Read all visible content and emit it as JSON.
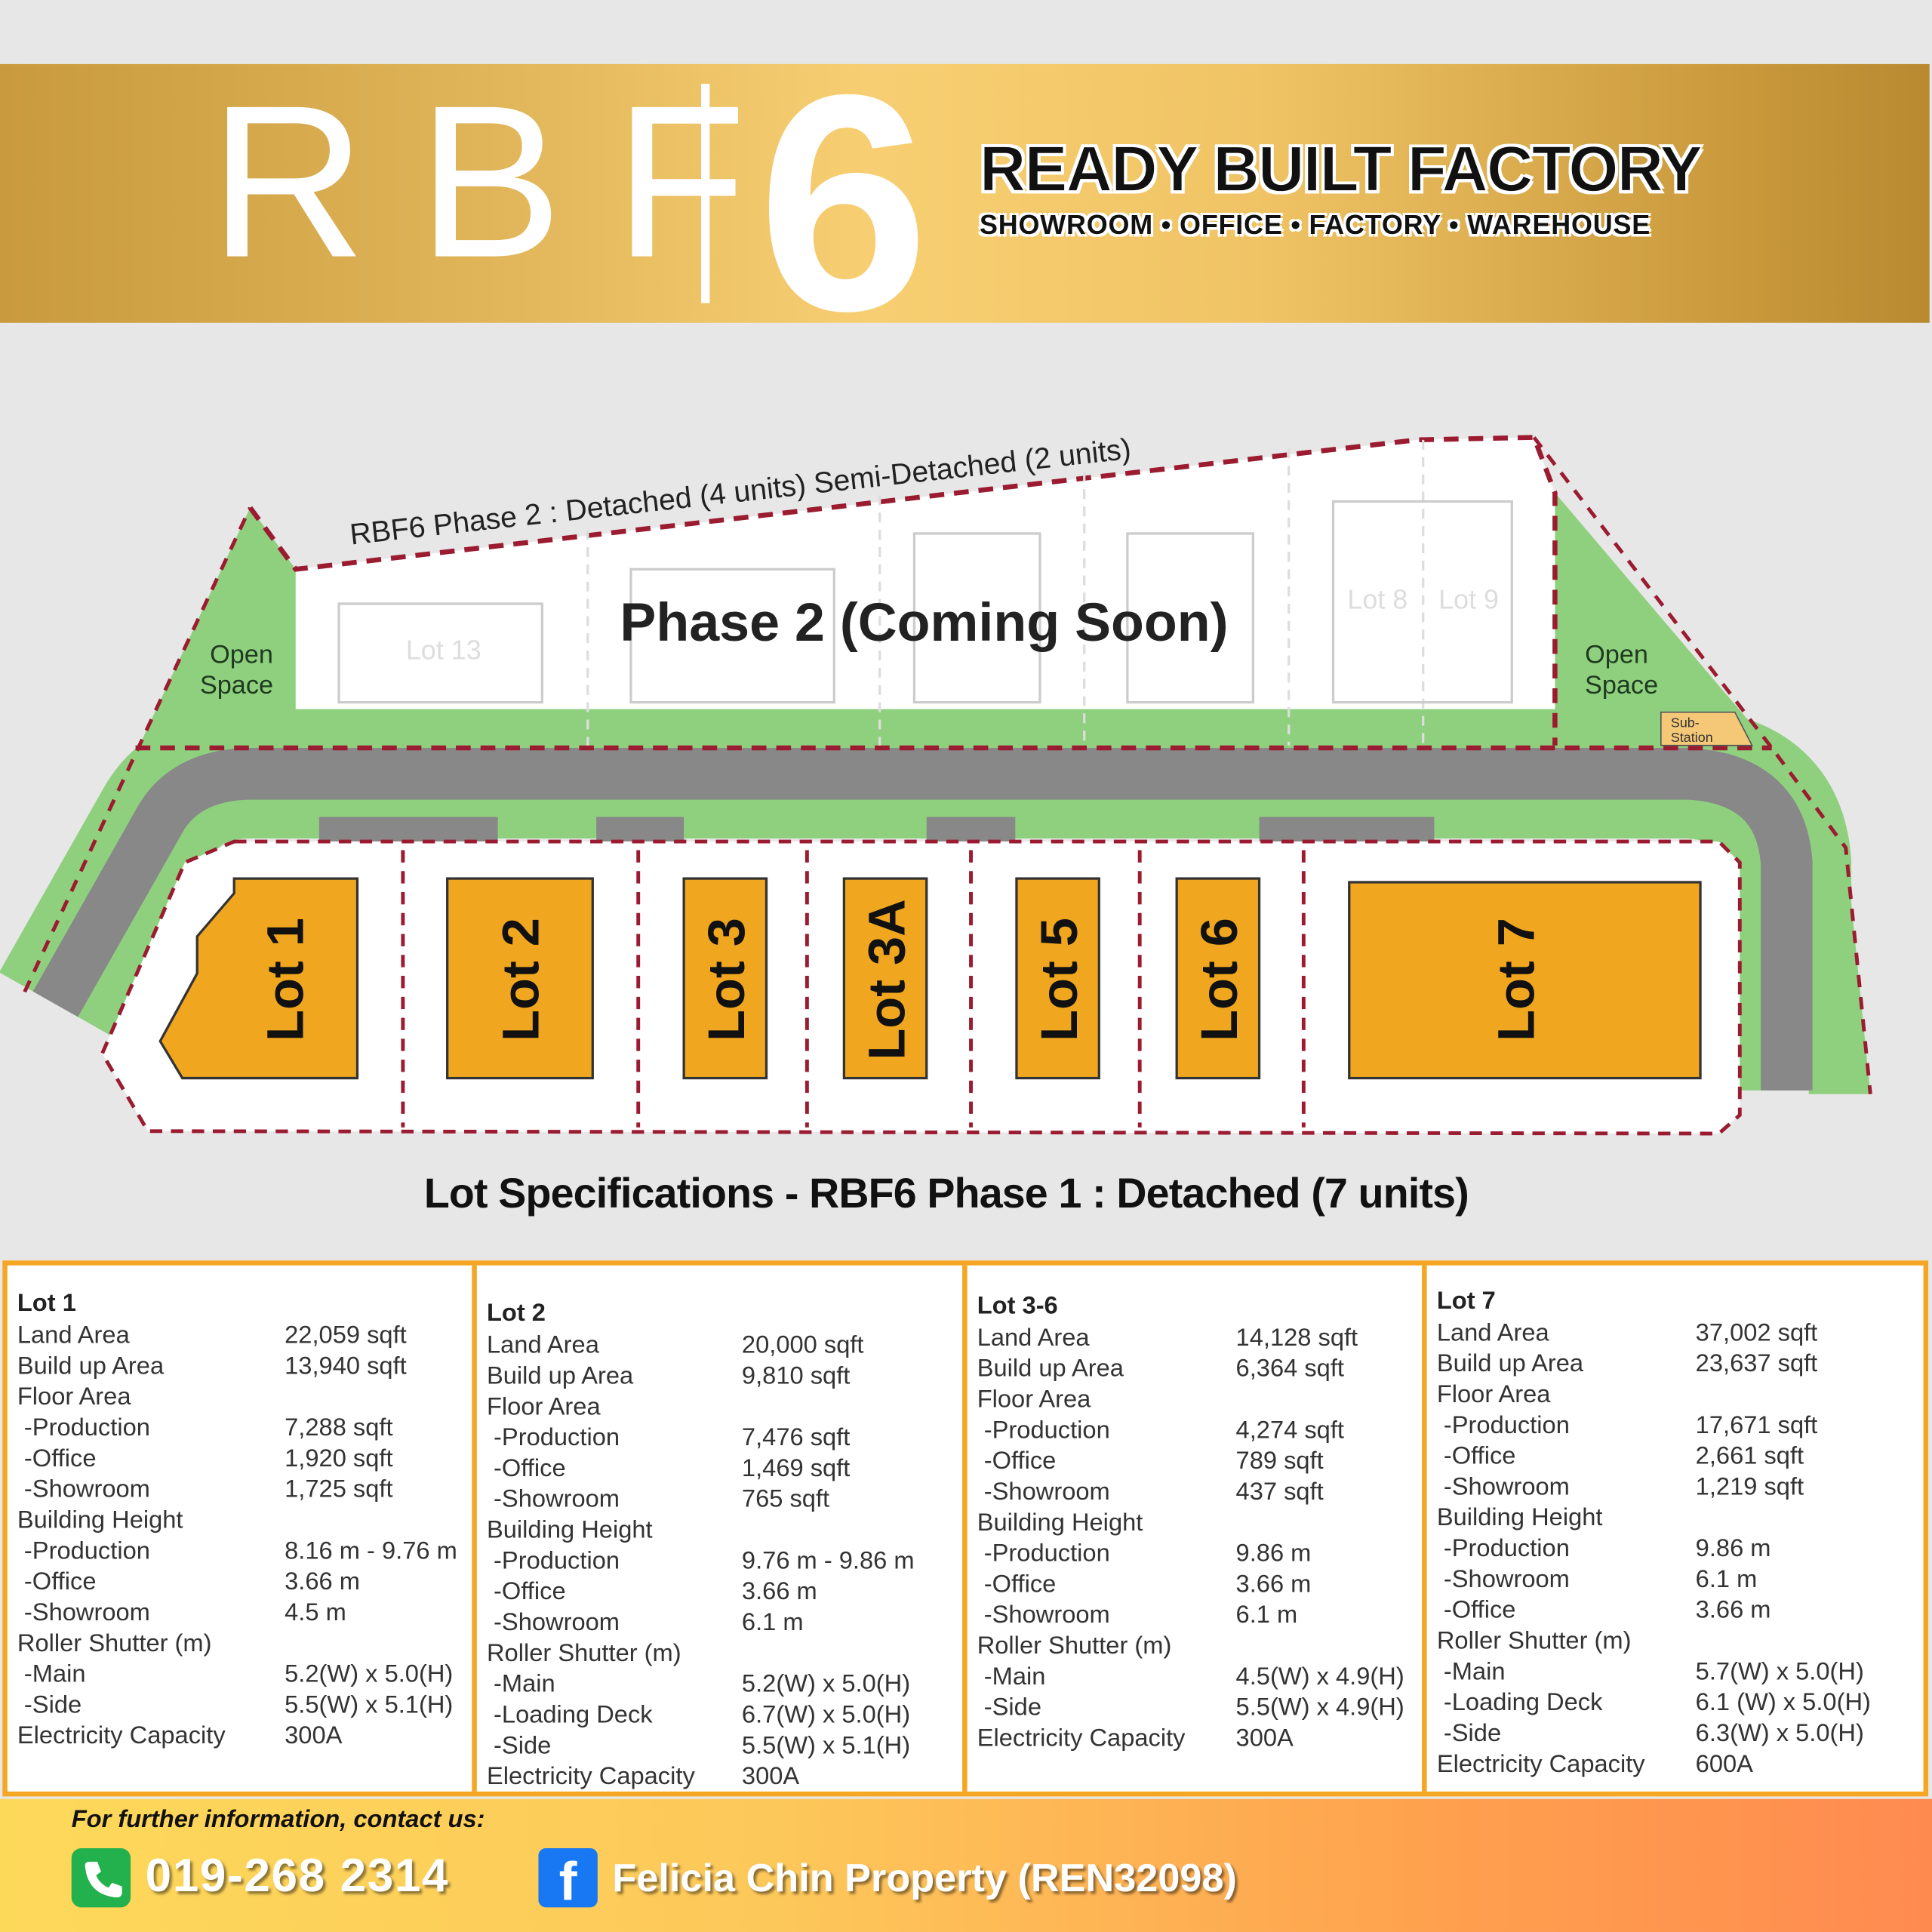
{
  "header": {
    "brand": "RBF",
    "number": "6",
    "title": "READY BUILT FACTORY",
    "subtitle": "SHOWROOM • OFFICE • FACTORY • WAREHOUSE"
  },
  "map": {
    "phase2_boundary_label": "RBF6 Phase 2 : Detached (4 units) Semi-Detached (2 units)",
    "phase2_label": "Phase 2 (Coming Soon)",
    "phase2_lots": [
      "Lot 13",
      "Lot 8",
      "Lot 9"
    ],
    "open_space_left": [
      "Open",
      "Space"
    ],
    "open_space_right": [
      "Open",
      "Space"
    ],
    "substation": [
      "Sub-",
      "Station"
    ],
    "lots": [
      "Lot 1",
      "Lot 2",
      "Lot 3",
      "Lot 3A",
      "Lot 5",
      "Lot 6",
      "Lot 7"
    ],
    "colors": {
      "lot": "#f0a71f",
      "green": "#8fd07f",
      "road": "#888888",
      "boundary": "#9b1b30"
    }
  },
  "spec_title": "Lot Specifications - RBF6 Phase 1 : Detached (7 units)",
  "specs": [
    {
      "name": "Lot 1",
      "rows": [
        [
          "Land Area",
          "22,059 sqft"
        ],
        [
          "Build up Area",
          "13,940 sqft"
        ],
        [
          "Floor Area",
          ""
        ],
        [
          " -Production",
          "7,288 sqft"
        ],
        [
          " -Office",
          "1,920 sqft"
        ],
        [
          " -Showroom",
          "1,725 sqft"
        ],
        [
          "Building Height",
          ""
        ],
        [
          " -Production",
          "8.16 m - 9.76 m"
        ],
        [
          " -Office",
          "3.66 m"
        ],
        [
          " -Showroom",
          "4.5 m"
        ],
        [
          "Roller Shutter (m)",
          ""
        ],
        [
          " -Main",
          "5.2(W) x 5.0(H)"
        ],
        [
          " -Side",
          "5.5(W) x 5.1(H)"
        ],
        [
          "Electricity Capacity",
          "300A"
        ]
      ]
    },
    {
      "name": "Lot 2",
      "rows": [
        [
          "Land Area",
          "20,000 sqft"
        ],
        [
          "Build up Area",
          "9,810 sqft"
        ],
        [
          "Floor Area",
          ""
        ],
        [
          " -Production",
          "7,476 sqft"
        ],
        [
          " -Office",
          "1,469 sqft"
        ],
        [
          " -Showroom",
          "765 sqft"
        ],
        [
          "Building Height",
          ""
        ],
        [
          " -Production",
          "9.76 m - 9.86 m"
        ],
        [
          " -Office",
          "3.66 m"
        ],
        [
          " -Showroom",
          "6.1 m"
        ],
        [
          "Roller Shutter (m)",
          ""
        ],
        [
          " -Main",
          "5.2(W) x 5.0(H)"
        ],
        [
          " -Loading Deck",
          "6.7(W) x 5.0(H)"
        ],
        [
          " -Side",
          "5.5(W) x 5.1(H)"
        ],
        [
          "Electricity Capacity",
          "300A"
        ]
      ]
    },
    {
      "name": "Lot 3-6",
      "rows": [
        [
          "Land Area",
          "14,128 sqft"
        ],
        [
          "Build up Area",
          "6,364 sqft"
        ],
        [
          "Floor Area",
          ""
        ],
        [
          " -Production",
          "4,274 sqft"
        ],
        [
          " -Office",
          "789 sqft"
        ],
        [
          " -Showroom",
          "437 sqft"
        ],
        [
          "Building Height",
          ""
        ],
        [
          " -Production",
          "9.86 m"
        ],
        [
          " -Office",
          "3.66 m"
        ],
        [
          " -Showroom",
          "6.1 m"
        ],
        [
          "Roller Shutter (m)",
          ""
        ],
        [
          " -Main",
          "4.5(W) x 4.9(H)"
        ],
        [
          " -Side",
          "5.5(W) x 4.9(H)"
        ],
        [
          "Electricity Capacity",
          "300A"
        ]
      ]
    },
    {
      "name": "Lot 7",
      "rows": [
        [
          "Land Area",
          "37,002 sqft"
        ],
        [
          "Build up Area",
          "23,637 sqft"
        ],
        [
          "Floor Area",
          ""
        ],
        [
          " -Production",
          "17,671 sqft"
        ],
        [
          " -Office",
          "2,661 sqft"
        ],
        [
          " -Showroom",
          "1,219 sqft"
        ],
        [
          "Building Height",
          ""
        ],
        [
          " -Production",
          "9.86 m"
        ],
        [
          " -Showroom",
          "6.1 m"
        ],
        [
          " -Office",
          "3.66 m"
        ],
        [
          "Roller Shutter (m)",
          ""
        ],
        [
          " -Main",
          "5.7(W) x 5.0(H)"
        ],
        [
          " -Loading Deck",
          "6.1 (W) x 5.0(H)"
        ],
        [
          " -Side",
          "6.3(W) x 5.0(H)"
        ],
        [
          "Electricity Capacity",
          "600A"
        ]
      ]
    }
  ],
  "footer": {
    "contact_label": "For further information, contact us:",
    "phone": "019-268 2314",
    "facebook_name": "Felicia Chin Property (REN32098)",
    "phone_icon": "phone-icon",
    "facebook_icon": "facebook-icon"
  }
}
